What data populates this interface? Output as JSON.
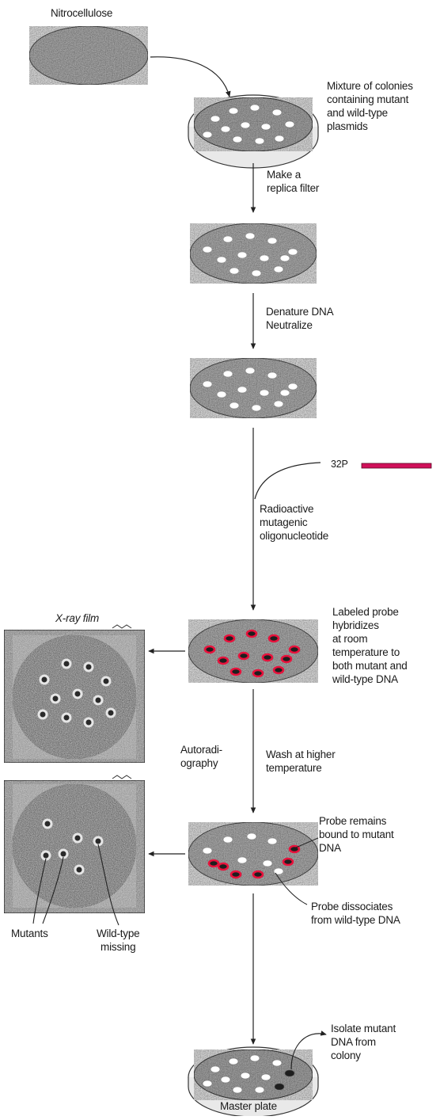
{
  "labels": {
    "nitrocellulose": "Nitrocellulose",
    "mixture": "Mixture of colonies\ncontaining mutant\nand wild-type\nplasmids",
    "replica": "Make a\nreplica filter",
    "denature": "Denature DNA\nNeutralize",
    "p32": "32P",
    "radioactive": "Radioactive\nmutagenic\noligonucleotide",
    "xray_film": "X-ray film",
    "labeled_probe": "Labeled probe\nhybridizes\nat room\ntemperature to\nboth mutant and\nwild-type DNA",
    "autoradiography": "Autoradi-\nography",
    "wash": "Wash at higher\ntemperature",
    "probe_remains": "Probe remains\nbound to mutant\nDNA",
    "probe_dissociates": "Probe dissociates\nfrom wild-type DNA",
    "mutants": "Mutants",
    "wildtype_missing": "Wild-type\nmissing",
    "isolate": "Isolate mutant\nDNA from\ncolony",
    "master_plate": "Master plate"
  },
  "colors": {
    "probe": "#e8123c",
    "probe_line": "#d0105a",
    "film_disc": "#2a2a2a",
    "filter_gray": "#c9c9c9"
  }
}
